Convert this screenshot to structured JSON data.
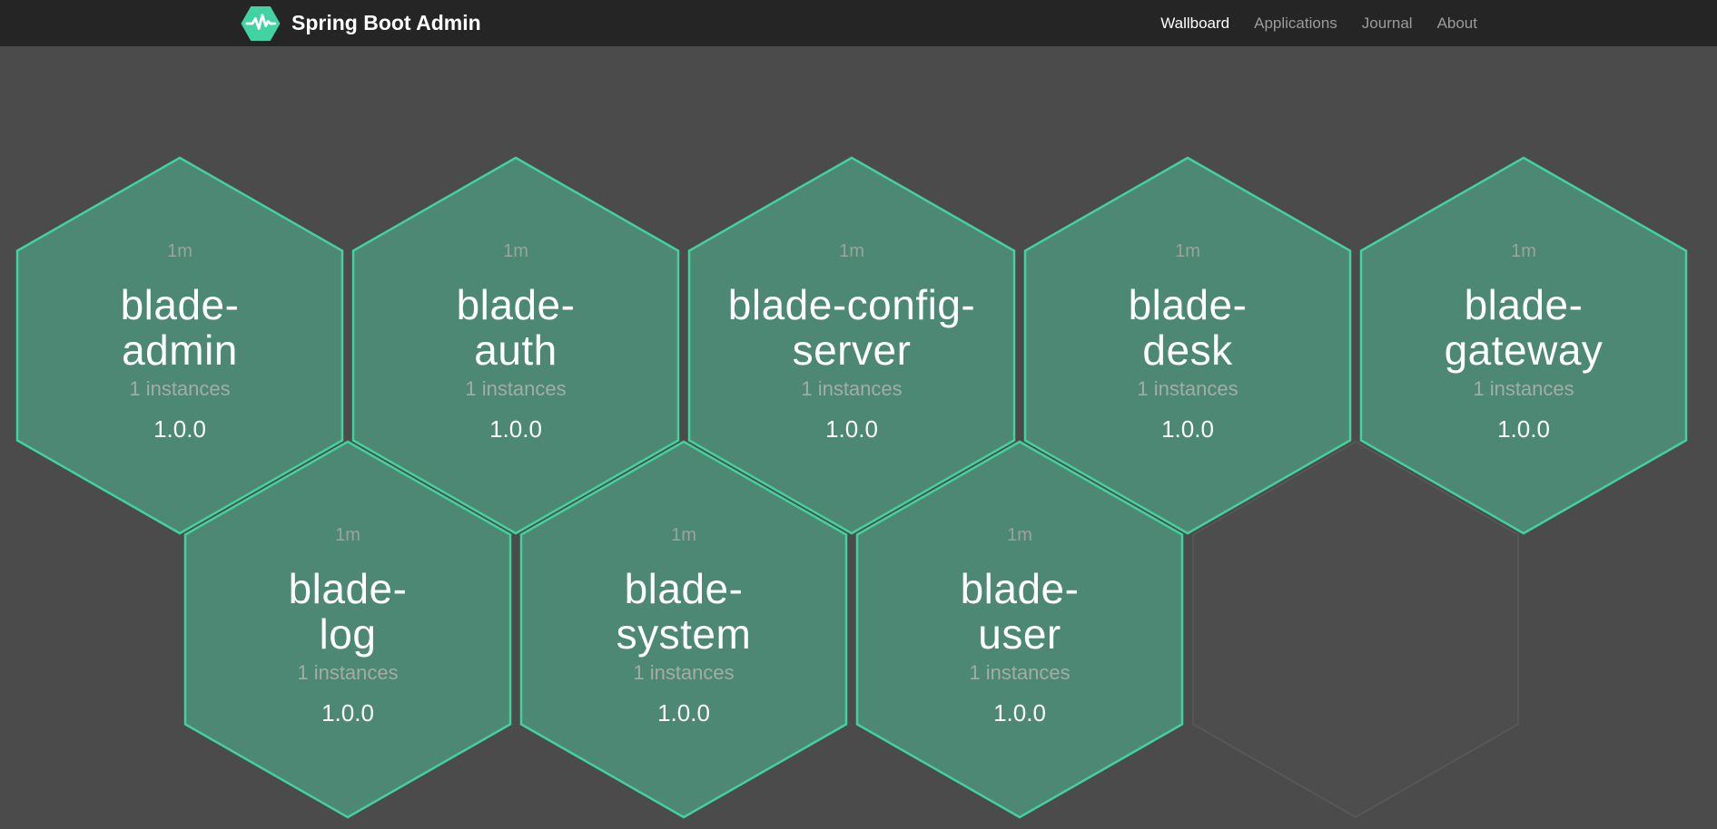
{
  "navbar": {
    "brand": {
      "title": "Spring Boot Admin",
      "logo_icon": "pulse-hexagon-icon"
    },
    "items": [
      {
        "label": "Wallboard",
        "active": true
      },
      {
        "label": "Applications",
        "active": false
      },
      {
        "label": "Journal",
        "active": false
      },
      {
        "label": "About",
        "active": false
      }
    ]
  },
  "wallboard": {
    "applications": [
      {
        "time": "1m",
        "name": "blade-admin",
        "name_lines": [
          "blade-",
          "admin"
        ],
        "instances": "1 instances",
        "version": "1.0.0",
        "status": "up"
      },
      {
        "time": "1m",
        "name": "blade-auth",
        "name_lines": [
          "blade-",
          "auth"
        ],
        "instances": "1 instances",
        "version": "1.0.0",
        "status": "up"
      },
      {
        "time": "1m",
        "name": "blade-config-server",
        "name_lines": [
          "blade-config-",
          "server"
        ],
        "instances": "1 instances",
        "version": "1.0.0",
        "status": "up"
      },
      {
        "time": "1m",
        "name": "blade-desk",
        "name_lines": [
          "blade-",
          "desk"
        ],
        "instances": "1 instances",
        "version": "1.0.0",
        "status": "up"
      },
      {
        "time": "1m",
        "name": "blade-gateway",
        "name_lines": [
          "blade-",
          "gateway"
        ],
        "instances": "1 instances",
        "version": "1.0.0",
        "status": "up"
      },
      {
        "time": "1m",
        "name": "blade-log",
        "name_lines": [
          "blade-",
          "log"
        ],
        "instances": "1 instances",
        "version": "1.0.0",
        "status": "up"
      },
      {
        "time": "1m",
        "name": "blade-system",
        "name_lines": [
          "blade-",
          "system"
        ],
        "instances": "1 instances",
        "version": "1.0.0",
        "status": "up"
      },
      {
        "time": "1m",
        "name": "blade-user",
        "name_lines": [
          "blade-",
          "user"
        ],
        "instances": "1 instances",
        "version": "1.0.0",
        "status": "up"
      }
    ],
    "empty_placeholders": 1
  },
  "colors": {
    "brand_green": "#42d3a2",
    "hexagon_fill": "#4c8873",
    "hexagon_border": "#43d19e",
    "ghost_border": "#5a5a5a",
    "background": "#4b4b4b",
    "navbar_background": "#252526"
  }
}
